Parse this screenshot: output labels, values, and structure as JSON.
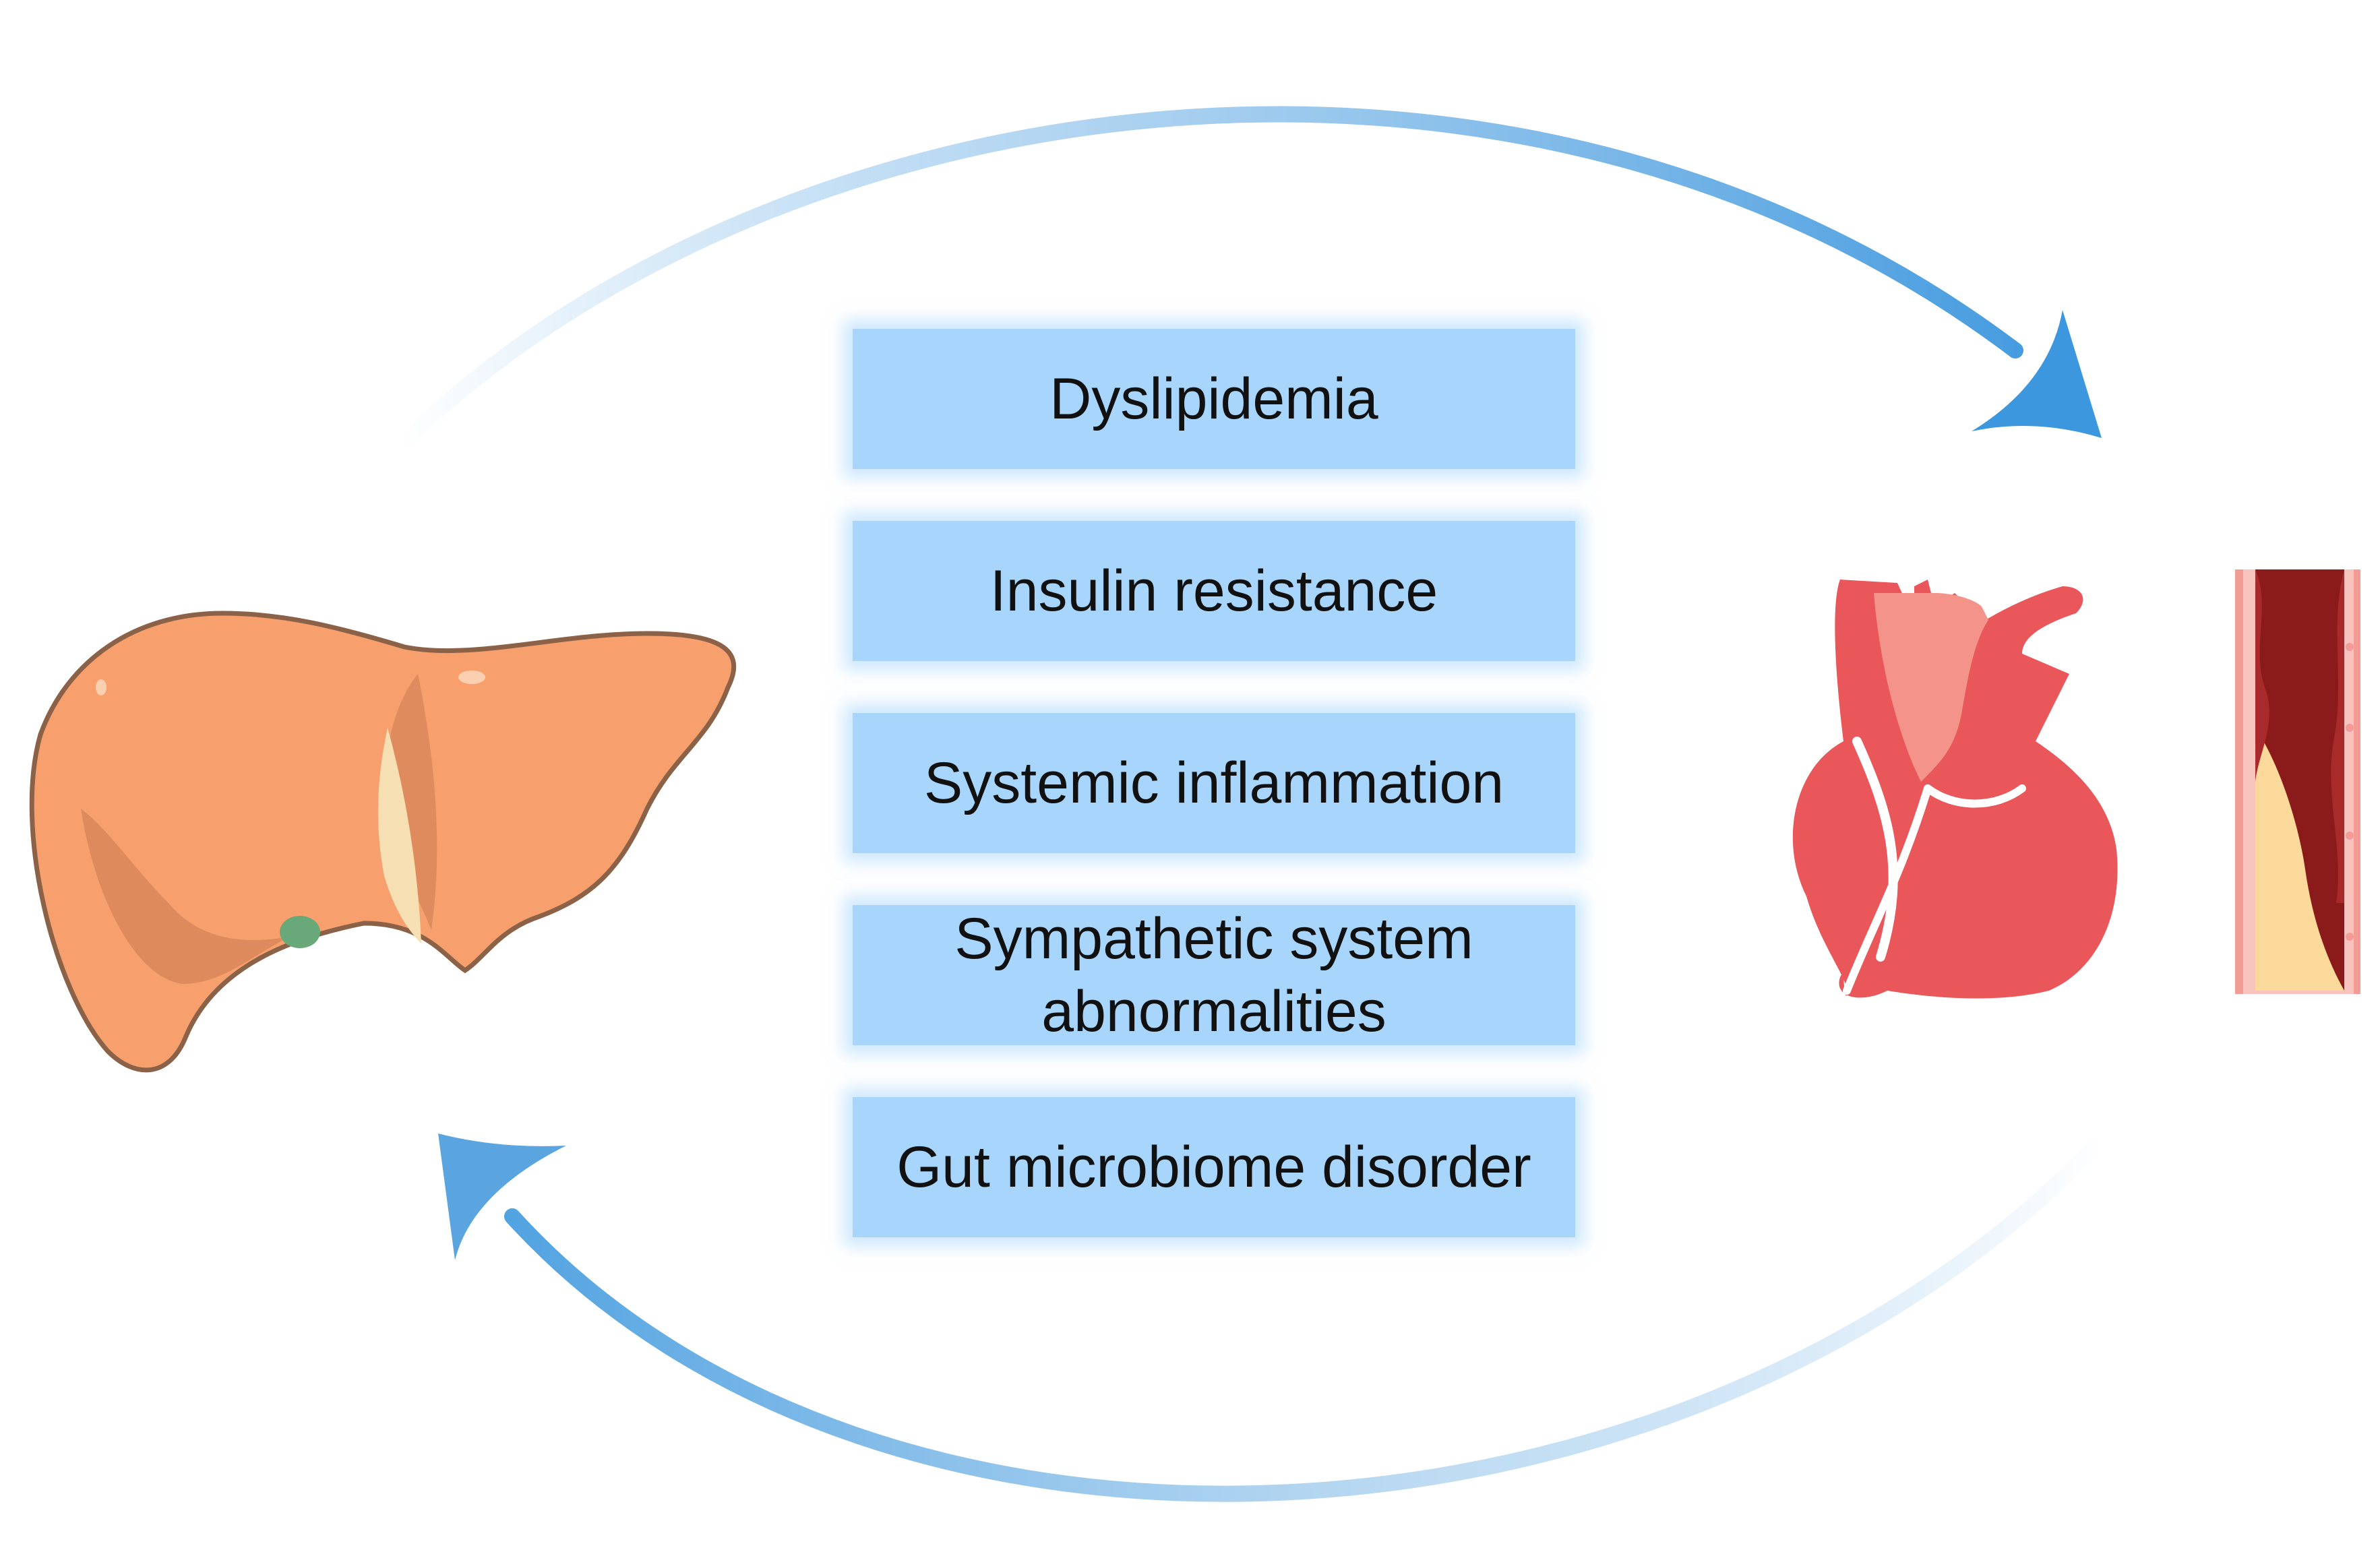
{
  "factors": [
    "Dyslipidemia",
    "Insulin resistance",
    "Systemic inflammation",
    "Sympathetic system\nabnormalities",
    "Gut microbiome disorder"
  ],
  "icons": {
    "left_organ": "liver-icon",
    "right_organ": "heart-icon",
    "right_vessel": "atherosclerotic-artery-icon"
  },
  "colors": {
    "arrow": "#4a9fe0",
    "factor_box": "#a8d5fb",
    "liver": "#f7a06e",
    "heart": "#e9575a",
    "artery_plaque": "#fbd99b",
    "artery_lumen": "#8b1a1a"
  }
}
